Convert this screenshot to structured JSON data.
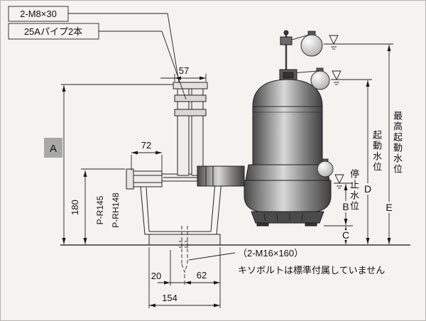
{
  "callouts": {
    "bolt_spec": "2-M8×30",
    "pipe_spec": "25Aパイプ2本"
  },
  "dims": {
    "d57": "57",
    "d72": "72",
    "d180": "180",
    "d20": "20",
    "d62": "62",
    "d154": "154",
    "A": "A",
    "B": "B",
    "C": "C",
    "D": "D",
    "E": "E"
  },
  "models": {
    "m1": "P-R145",
    "m2": "P-RH148"
  },
  "levels": {
    "stop": "停止水位",
    "start": "起動水位",
    "max_start": "最高起動水位"
  },
  "notes": {
    "anchor_spec": "（2-M16×160）",
    "anchor_note": "キソボルトは標準付属していません"
  }
}
